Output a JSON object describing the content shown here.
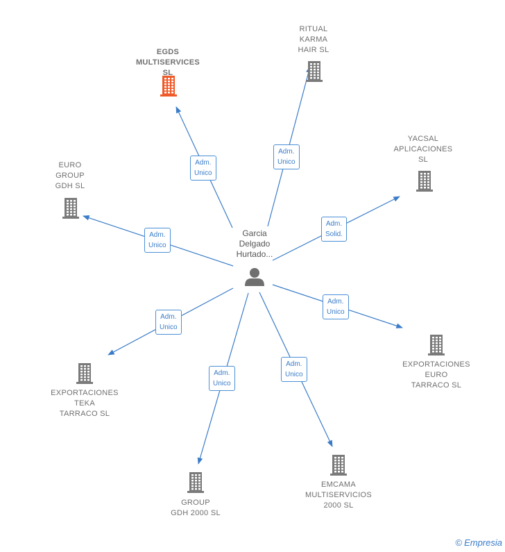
{
  "center": {
    "name": "Garcia\nDelgado\nHurtado...",
    "icon": "person-icon"
  },
  "companies": [
    {
      "id": "egds",
      "name": "EGDS\nMULTISERVICES\nSL",
      "role": "Adm.\nUnico",
      "highlight": true,
      "color": "#f05a28",
      "icon": "building-icon"
    },
    {
      "id": "ritual",
      "name": "RITUAL\nKARMA\nHAIR  SL",
      "role": "Adm.\nUnico",
      "highlight": false,
      "color": "#7a7a7a",
      "icon": "building-icon"
    },
    {
      "id": "yacsal",
      "name": "YACSAL\nAPLICACIONES\nSL",
      "role": "Adm.\nSolid.",
      "highlight": false,
      "color": "#7a7a7a",
      "icon": "building-icon"
    },
    {
      "id": "euro-group",
      "name": "EURO\nGROUP\nGDH  SL",
      "role": "Adm.\nUnico",
      "highlight": false,
      "color": "#7a7a7a",
      "icon": "building-icon"
    },
    {
      "id": "export-euro",
      "name": "EXPORTACIONES\nEURO\nTARRACO  SL",
      "role": "Adm.\nUnico",
      "highlight": false,
      "color": "#7a7a7a",
      "icon": "building-icon"
    },
    {
      "id": "export-teka",
      "name": "EXPORTACIONES\nTEKA\nTARRACO  SL",
      "role": "Adm.\nUnico",
      "highlight": false,
      "color": "#7a7a7a",
      "icon": "building-icon"
    },
    {
      "id": "group-gdh",
      "name": "GROUP\nGDH 2000 SL",
      "role": "Adm.\nUnico",
      "highlight": false,
      "color": "#7a7a7a",
      "icon": "building-icon"
    },
    {
      "id": "emcama",
      "name": "EMCAMA\nMULTISERVICIOS\n2000  SL",
      "role": "Adm.\nUnico",
      "highlight": false,
      "color": "#7a7a7a",
      "icon": "building-icon"
    }
  ],
  "colors": {
    "edge": "#3a7cc8",
    "icon_gray": "#7a7a7a",
    "icon_highlight": "#f05a28",
    "person": "#6f6f6f"
  },
  "footer": {
    "copyright": "©",
    "brand": "Empresia"
  }
}
